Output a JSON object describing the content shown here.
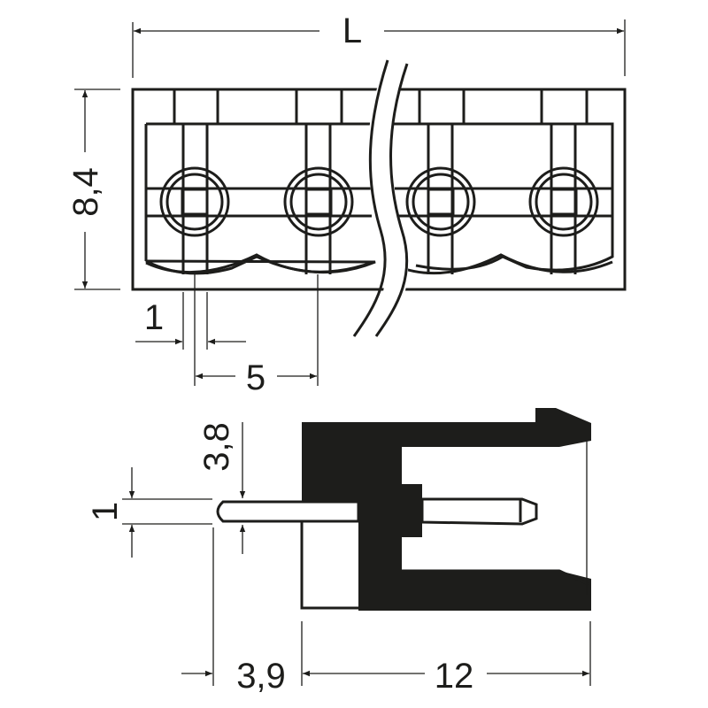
{
  "drawing": {
    "title": "Pin header connector dimensional drawing",
    "line_color": "#1d1d1b",
    "background": "#ffffff",
    "front_view": {
      "pin_count_shown": 4,
      "break_symbol": "double wavy break line between pin 2 and pin 3"
    },
    "side_view": {
      "description": "cross section with pin and housing"
    },
    "dimensions": {
      "overall_length": "L",
      "height": "8,4",
      "pin_width": "1",
      "pitch": "5",
      "pin_thickness": "1",
      "pin_offset": "3,8",
      "pin_length_out": "3,9",
      "housing_depth": "12"
    }
  }
}
